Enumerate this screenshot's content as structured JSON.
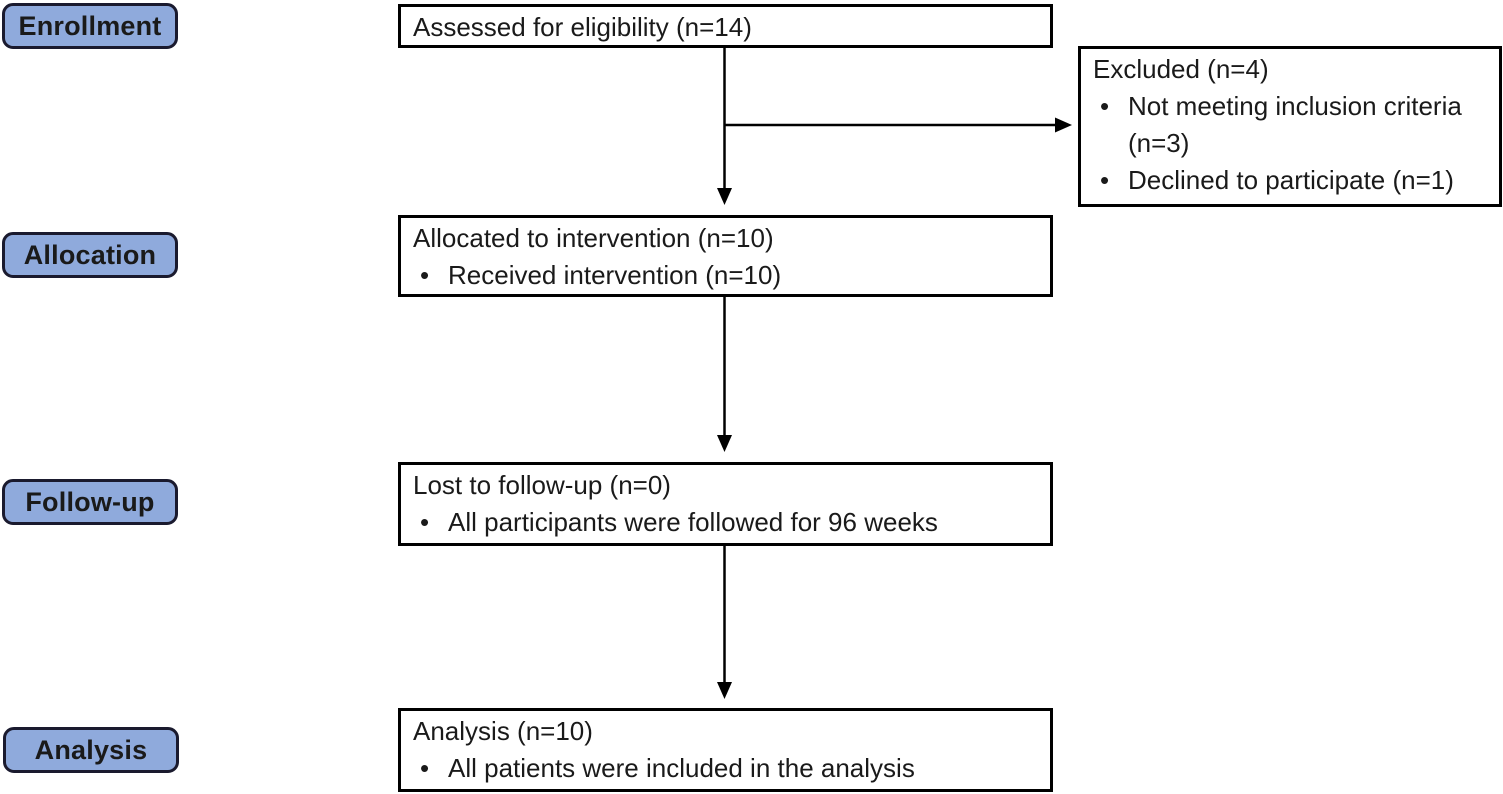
{
  "stages": [
    {
      "label": "Enrollment"
    },
    {
      "label": "Allocation"
    },
    {
      "label": "Follow-up"
    },
    {
      "label": "Analysis"
    }
  ],
  "boxes": {
    "assessed": {
      "title": "Assessed for eligibility (n=14)",
      "bullets": []
    },
    "excluded": {
      "title": "Excluded (n=4)",
      "bullets": [
        "Not meeting inclusion criteria (n=3)",
        "Declined to participate (n=1)"
      ]
    },
    "allocated": {
      "title": "Allocated to intervention (n=10)",
      "bullets": [
        "Received intervention (n=10)"
      ]
    },
    "followup": {
      "title": "Lost to follow-up (n=0)",
      "bullets": [
        "All participants were followed for 96 weeks"
      ]
    },
    "analysis": {
      "title": "Analysis (n=10)",
      "bullets": [
        "All patients were included in the analysis"
      ]
    }
  },
  "glyphs": {
    "bullet": "•"
  },
  "colors": {
    "stage_fill": "#8FAADC",
    "stage_border": "#1A1A2E",
    "box_border": "#000000",
    "arrow": "#000000",
    "text": "#1A1A1A",
    "background": "#FFFFFF"
  }
}
